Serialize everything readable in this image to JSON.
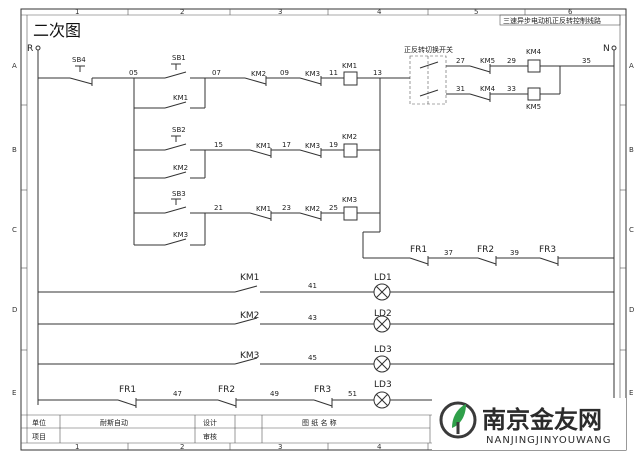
{
  "sheet": {
    "title": "二次图",
    "project_title": "三速异步电动机正反转控制线路",
    "columns": [
      "1",
      "2",
      "3",
      "4",
      "5",
      "6"
    ],
    "rows": [
      "A",
      "B",
      "C",
      "D",
      "E"
    ]
  },
  "rails": {
    "left": "R",
    "right": "N"
  },
  "switch_label": "正反转切换开关",
  "contactors": {
    "km1": "KM1",
    "km2": "KM2",
    "km3": "KM3",
    "km4": "KM4",
    "km5": "KM5"
  },
  "buttons": {
    "sb1": "SB1",
    "sb2": "SB2",
    "sb3": "SB3",
    "sb4": "SB4"
  },
  "relays": {
    "fr1": "FR1",
    "fr2": "FR2",
    "fr3": "FR3"
  },
  "lamps": {
    "ld1": "LD1",
    "ld2": "LD2",
    "ld3": "LD3",
    "ld3b": "LD3"
  },
  "nodes": {
    "n05": "05",
    "n07": "07",
    "n09": "09",
    "n11": "11",
    "n13": "13",
    "n15": "15",
    "n17": "17",
    "n19": "19",
    "n21": "21",
    "n23": "23",
    "n25": "25",
    "n27": "27",
    "n29": "29",
    "n31": "31",
    "n33": "33",
    "n35": "35",
    "n37": "37",
    "n39": "39",
    "n41": "41",
    "n43": "43",
    "n45": "45",
    "n47": "47",
    "n49": "49",
    "n51": "51"
  },
  "title_block": {
    "unit_label": "单位",
    "unit_value": "耐斯自动",
    "project_label": "项目",
    "design_label": "设计",
    "review_label": "审核",
    "drawing_name_label": "图 纸 名 称"
  },
  "watermark": {
    "name": "南京金友网",
    "sub": "NANJINGJINYOUWANG"
  }
}
